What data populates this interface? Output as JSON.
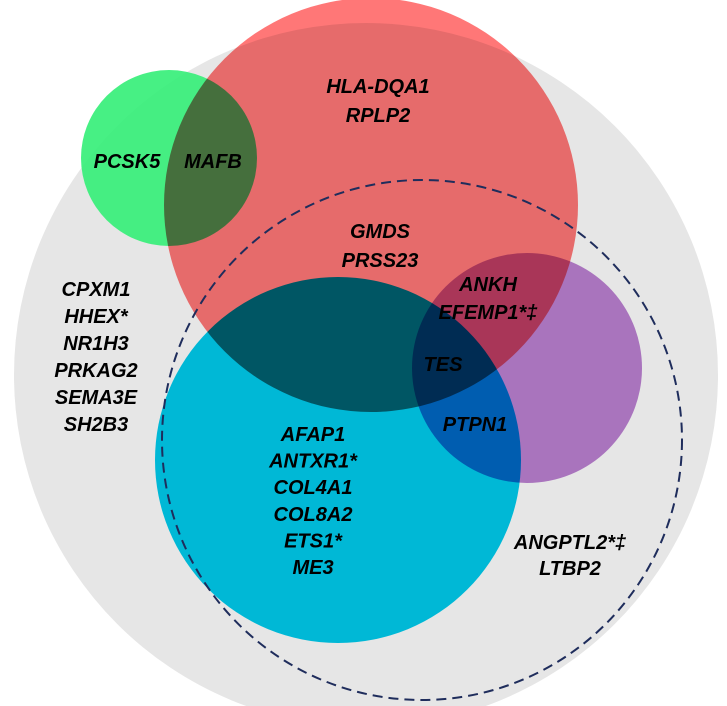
{
  "colors": {
    "outer": "#e6e6e6",
    "red": "#ff6b6b",
    "green": "#33ee77",
    "cyan": "#00ccee",
    "purple": "#b77ad0",
    "dashed": "#1f2d5c"
  },
  "groups": {
    "pcsk5": [
      "PCSK5"
    ],
    "mafb": [
      "MAFB"
    ],
    "red_top": [
      "HLA-DQA1",
      "RPLP2"
    ],
    "red_dashed": [
      "GMDS",
      "PRSS23"
    ],
    "red_purple": [
      "ANKH",
      "EFEMP1*‡"
    ],
    "tes": [
      "TES"
    ],
    "ptpn1": [
      "PTPN1"
    ],
    "outer_left": [
      "CPXM1",
      "HHEX*",
      "NR1H3",
      "PRKAG2",
      "SEMA3E",
      "SH2B3"
    ],
    "cyan": [
      "AFAP1",
      "ANTXR1*",
      "COL4A1",
      "COL8A2",
      "ETS1*",
      "ME3"
    ],
    "dashed_only": [
      "ANGPTL2*‡",
      "LTBP2"
    ]
  }
}
